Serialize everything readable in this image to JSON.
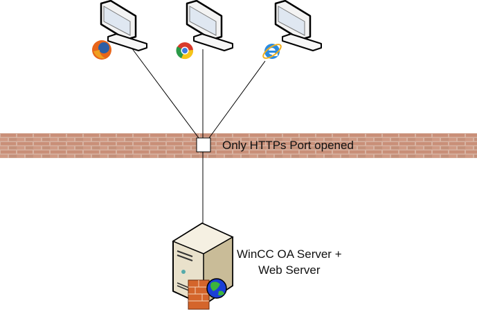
{
  "firewall": {
    "label": "Only HTTPs Port opened",
    "color": "#c99a85"
  },
  "clients": [
    {
      "browser": "firefox-icon"
    },
    {
      "browser": "chrome-icon"
    },
    {
      "browser": "internet-explorer-icon"
    }
  ],
  "server": {
    "label_line1": "WinCC OA Server +",
    "label_line2": "Web Server"
  }
}
